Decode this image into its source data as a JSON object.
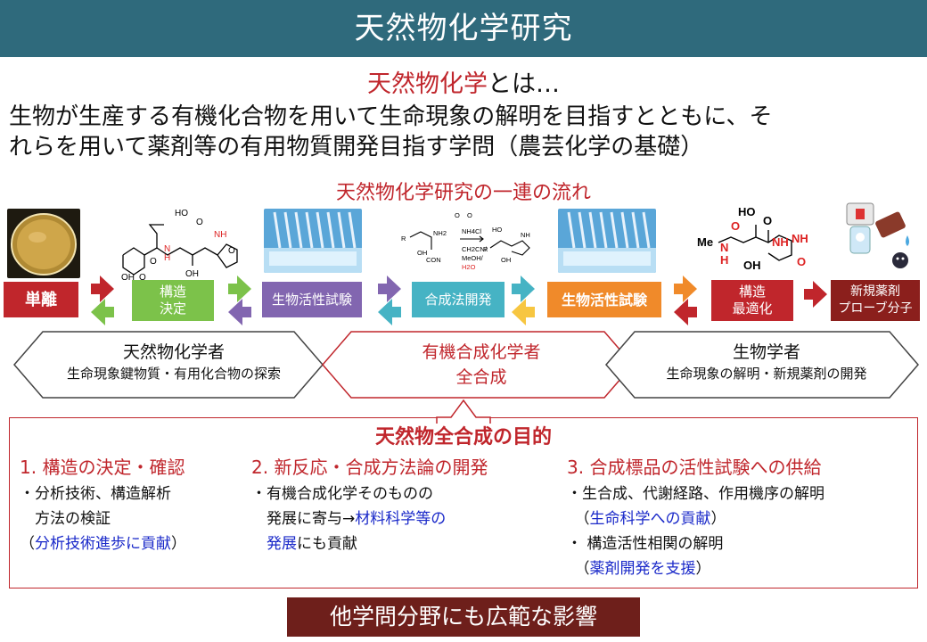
{
  "header": {
    "title": "天然物化学研究"
  },
  "definition": {
    "heading_term": "天然物化学",
    "heading_suffix": "とは…",
    "line1": "生物が生産する有機化合物を用いて生命現象の解明を目指すとともに、そ",
    "line2": "れらを用いて薬剤等の有用物質開発目指す学問（農芸化学の基礎）"
  },
  "flow": {
    "title": "天然物化学研究の一連の流れ",
    "steps": {
      "isolation": "単離",
      "structure_determination": [
        "構造",
        "決定"
      ],
      "bioassay1": "生物活性試験",
      "synthesis_development": "合成法開発",
      "bioassay2": "生物活性試験",
      "structure_optimization": [
        "構造",
        "最適化"
      ],
      "probe": [
        "新規薬剤",
        "プローブ分子"
      ]
    },
    "structure_labels": {
      "s1": [
        "HO",
        "O",
        "N",
        "H",
        "NH",
        "OH",
        "O",
        "OH",
        "O",
        "O"
      ],
      "s2": [
        "O",
        "O",
        "R",
        "NH2",
        "OH",
        "CON",
        "CH2CN/",
        "MeOH/",
        "H2O",
        "NH4Cl",
        "HO",
        "NH",
        "R",
        "OH"
      ],
      "s3": [
        "HO",
        "O",
        "Me",
        "N",
        "H",
        "O",
        "OH",
        "NH",
        "NH",
        "O"
      ]
    },
    "colors": {
      "red": "#c0262c",
      "green": "#7cc24a",
      "purple": "#8266b0",
      "teal": "#46b3c4",
      "orange": "#f08a2a",
      "darkred": "#8b1f1c",
      "yellow": "#f7c641"
    }
  },
  "lanes": [
    {
      "label": "天然物化学者",
      "sub": "生命現象鍵物質・有用化合物の探索"
    },
    {
      "label": "有機合成化学者",
      "sub": "全合成"
    },
    {
      "label": "生物学者",
      "sub": "生命現象の解明・新規薬剤の開発"
    }
  ],
  "purpose": {
    "title": "天然物全合成の目的",
    "columns": [
      {
        "heading": "1. 構造の決定・確認",
        "lines": [
          "・分析技術、構造解析",
          "　方法の検証"
        ],
        "note": "（分析技術進歩に貢献）",
        "note_open": "（",
        "note_em": "分析技術進歩に貢献",
        "note_close": "）"
      },
      {
        "heading": "2. 新反応・合成方法論の開発",
        "line1": "・有機合成化学そのものの",
        "line2_pre": "　発展に寄与→",
        "line2_em": "材料科学等の",
        "line3_em": "　発展",
        "line3_post": "にも貢献"
      },
      {
        "heading": "3. 合成標品の活性試験への供給",
        "line1": "・生合成、代謝経路、作用機序の解明",
        "line2_open": "　（",
        "line2_em": "生命科学への貢献",
        "line2_close": "）",
        "line3": "・ 構造活性相関の解明",
        "line4_open": "　（",
        "line4_em": "薬剤開発を支援",
        "line4_close": "）"
      }
    ]
  },
  "impact": "他学問分野にも広範な影響"
}
